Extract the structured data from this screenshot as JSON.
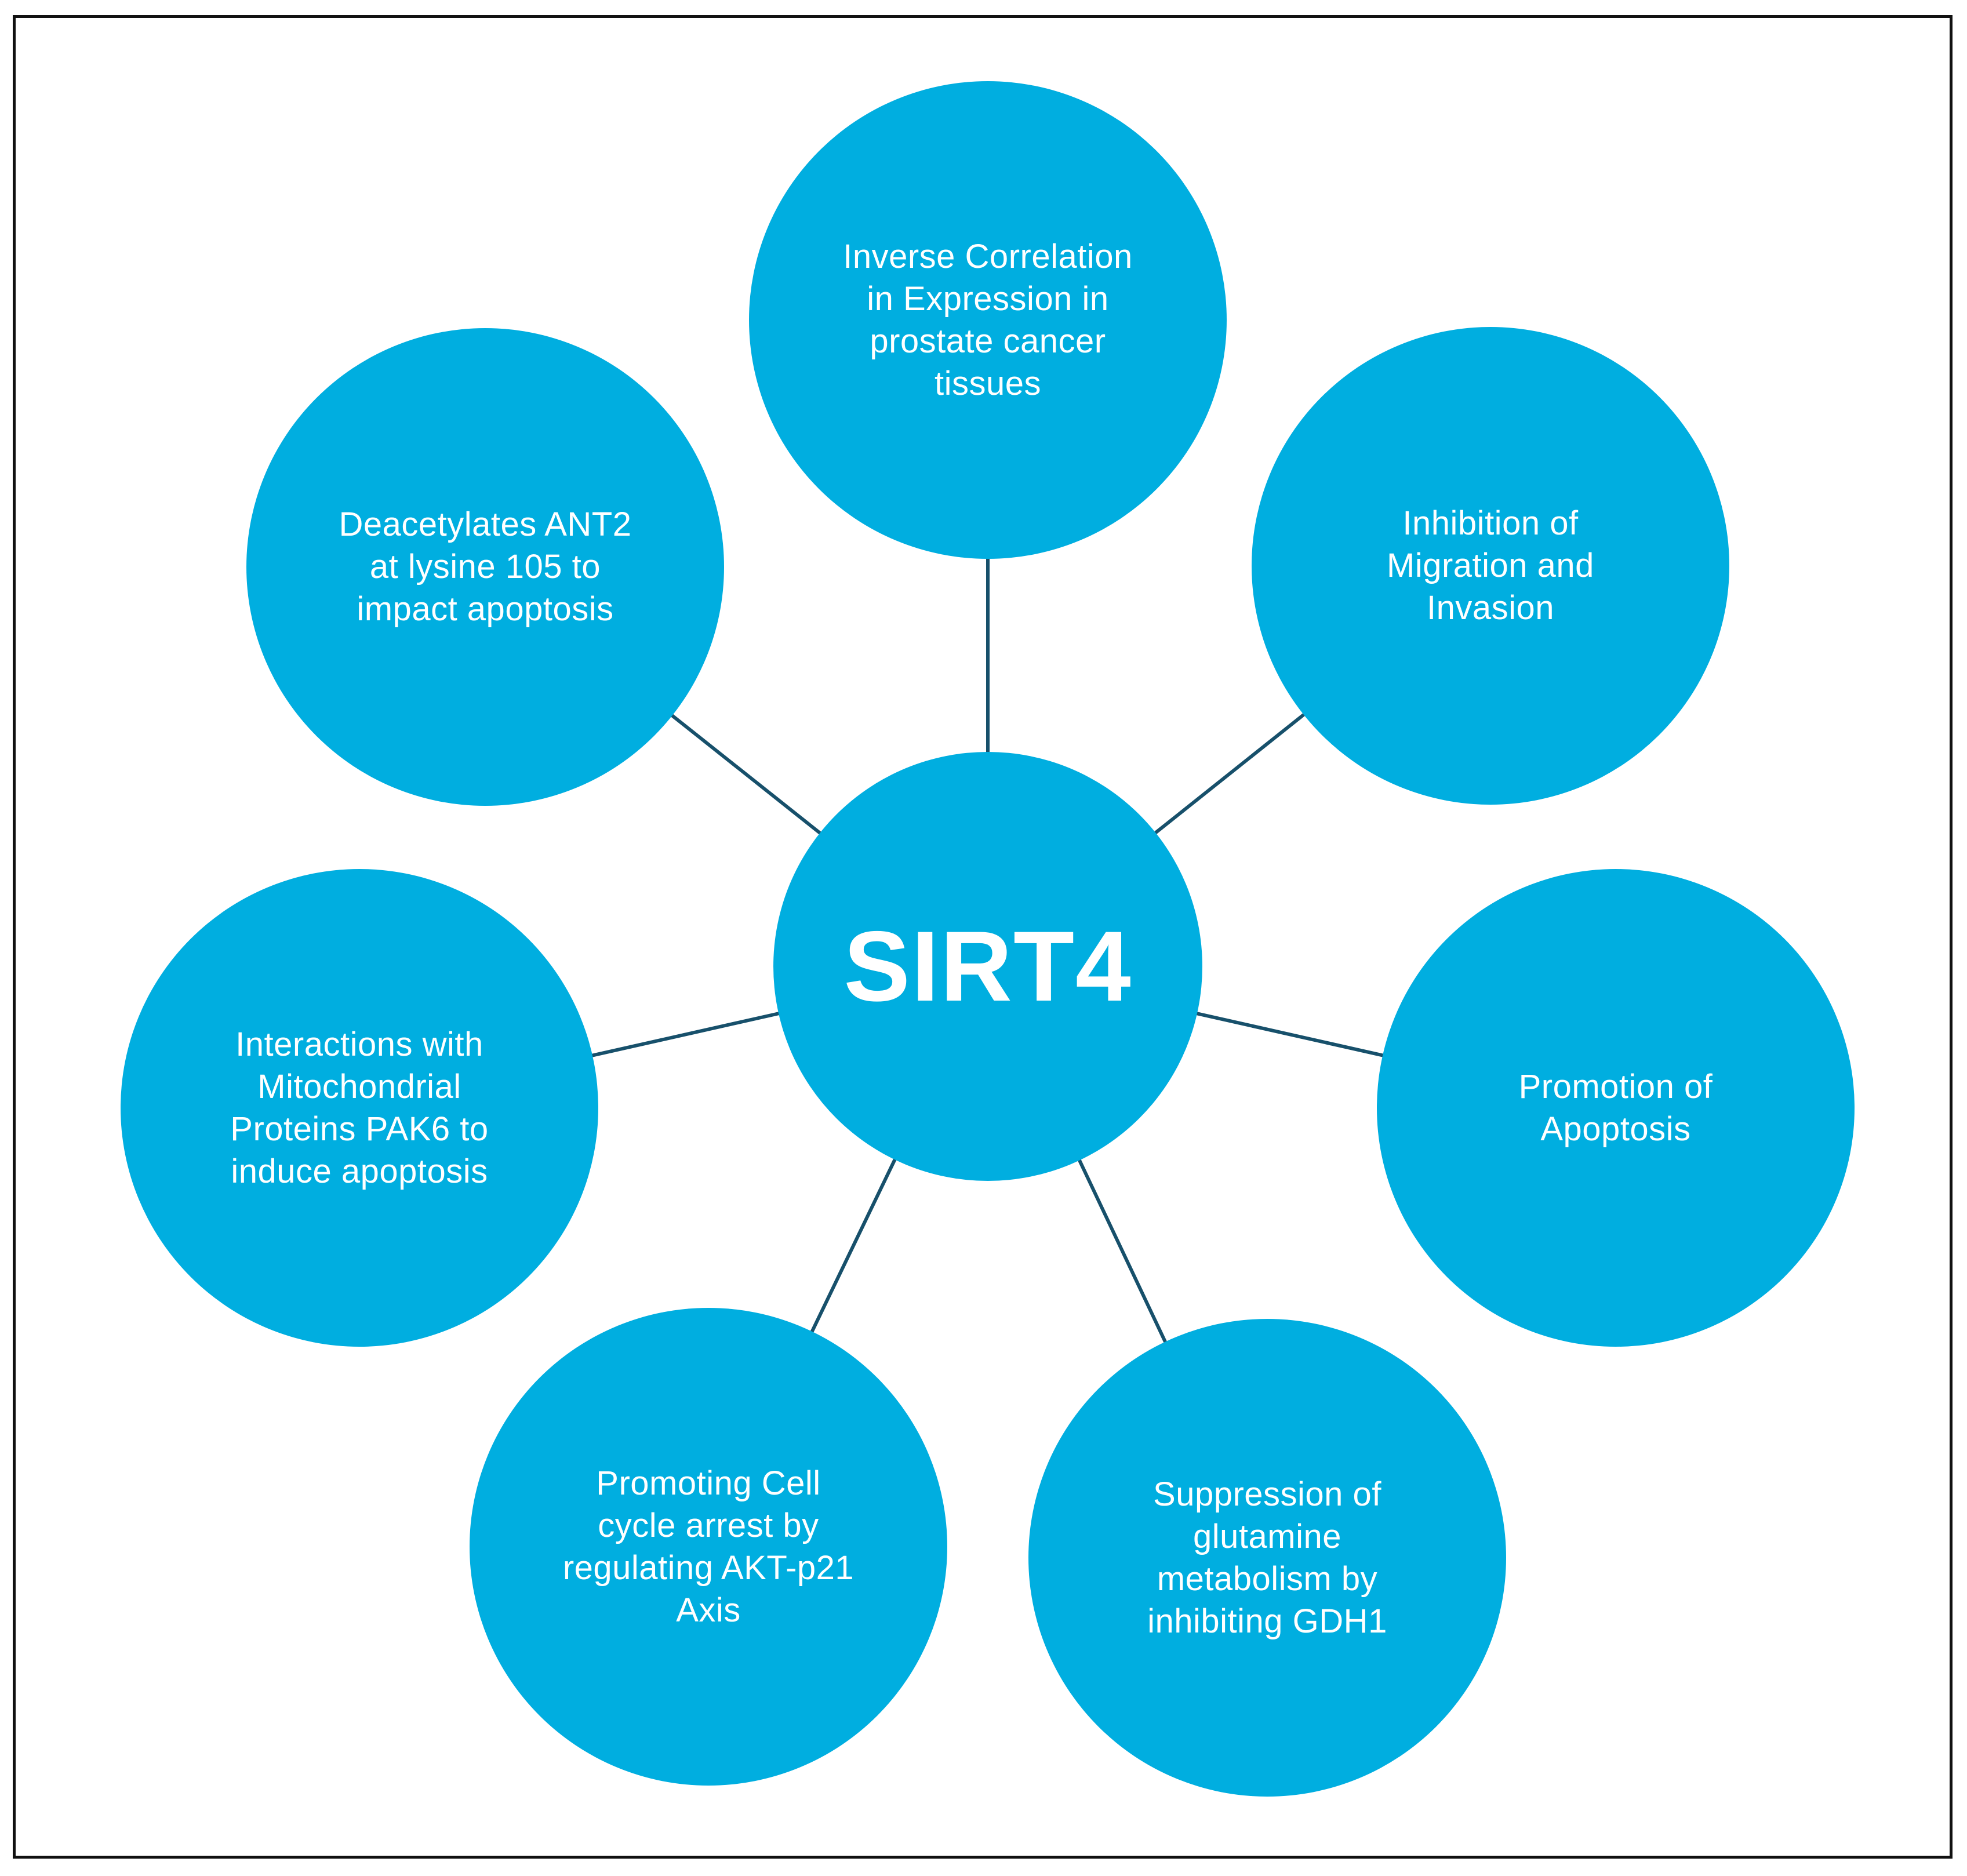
{
  "colors": {
    "node_fill": "#00AEE0",
    "connector": "#17506B",
    "text": "#ffffff",
    "border": "#111111"
  },
  "center": {
    "label": "SIRT4"
  },
  "nodes": [
    {
      "id": "top",
      "label": "Inverse Correlation\nin Expression in\nprostate cancer\ntissues"
    },
    {
      "id": "upper-right",
      "label": "Inhibition of\nMigration and\nInvasion"
    },
    {
      "id": "right",
      "label": "Promotion of\nApoptosis"
    },
    {
      "id": "lower-right",
      "label": "Suppression of\nglutamine\nmetabolism by\ninhibiting GDH1"
    },
    {
      "id": "lower-left",
      "label": "Promoting Cell\ncycle arrest by\nregulating AKT-p21\nAxis"
    },
    {
      "id": "left",
      "label": "Interactions with\nMitochondrial\nProteins PAK6 to\ninduce apoptosis"
    },
    {
      "id": "upper-left",
      "label": "Deacetylates ANT2\nat lysine 105 to\nimpact apoptosis"
    }
  ]
}
